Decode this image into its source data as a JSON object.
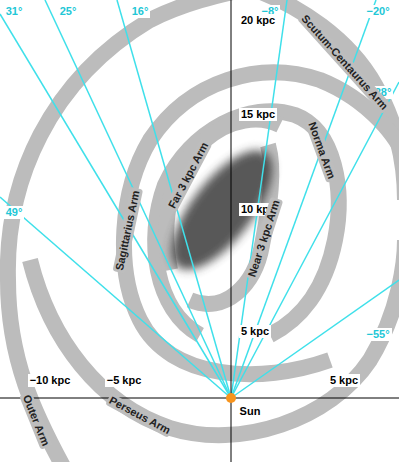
{
  "diagram": {
    "labels": [
      "31°",
      "25°",
      "16°",
      "−8°",
      "−20°",
      "28°",
      "49°",
      "−55°",
      "20 kpc",
      "15 kpc",
      "10 kpc",
      "5 kpc",
      "−10 kpc",
      "−5 kpc",
      "5 kpc",
      "Sun",
      "Scutum-Centaurus Arm",
      "Norma Arm",
      "Sagittarius Arm",
      "Far 3 kpc Arm",
      "Near 3 kpc Arm",
      "Outer Arm",
      "Perseus Arm"
    ]
  }
}
